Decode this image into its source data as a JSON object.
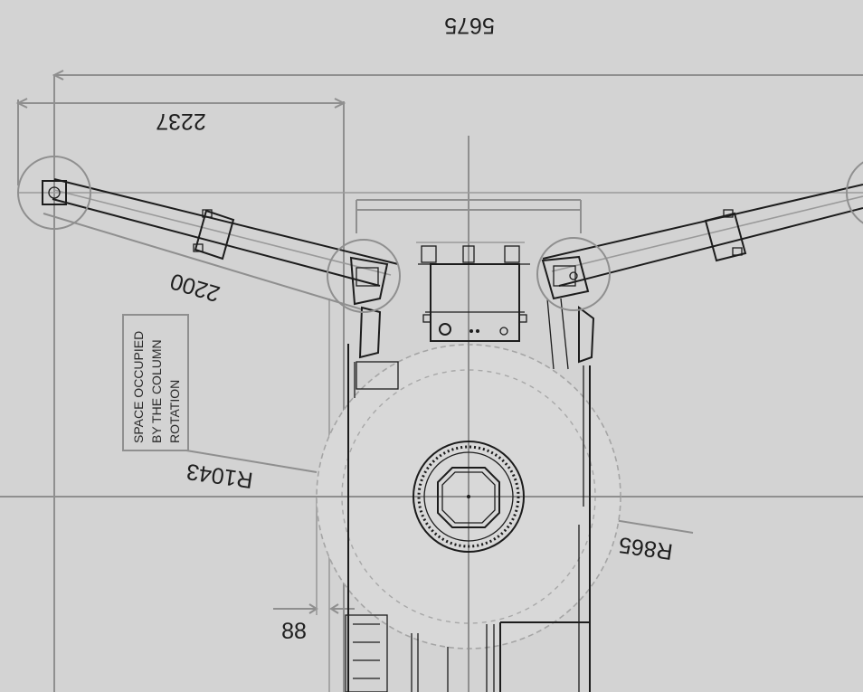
{
  "dimensions": {
    "overall_width": "5675",
    "arm_span": "2237",
    "arm_length": "2200",
    "column_radius_large": "R1043",
    "column_radius_small": "R865",
    "offset": "88"
  },
  "note": {
    "line1": "SPACE OCCUPIED",
    "line2": "BY THE COLUMN",
    "line3": "ROTATION"
  },
  "colors": {
    "background": "#d3d3d3",
    "dimension_line": "#8f8f8f",
    "outline": "#1c1c1c"
  }
}
